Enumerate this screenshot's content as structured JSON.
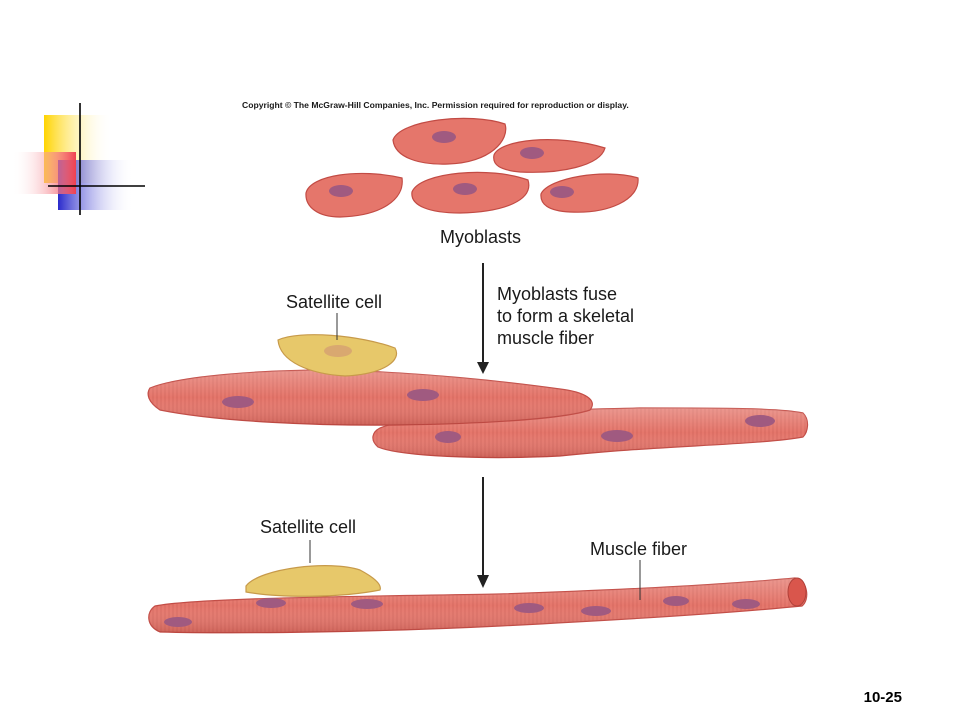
{
  "copyright": "Copyright © The McGraw-Hill Companies, Inc. Permission required for reproduction or display.",
  "labels": {
    "myoblasts": "Myoblasts",
    "fuse_line1": "Myoblasts fuse",
    "fuse_line2": "to form a skeletal",
    "fuse_line3": "muscle fiber",
    "satellite_top": "Satellite cell",
    "satellite_bottom": "Satellite cell",
    "muscle_fiber": "Muscle fiber"
  },
  "page_number": "10-25",
  "colors": {
    "cell_fill": "#e5766b",
    "cell_stroke": "#c24b44",
    "nucleus": "#a05a80",
    "satellite_fill": "#e7c86a",
    "satellite_stroke": "#c79a4a",
    "deco_yellow": "#ffd400",
    "deco_blue": "#2a2acc",
    "deco_red": "#f04050"
  }
}
